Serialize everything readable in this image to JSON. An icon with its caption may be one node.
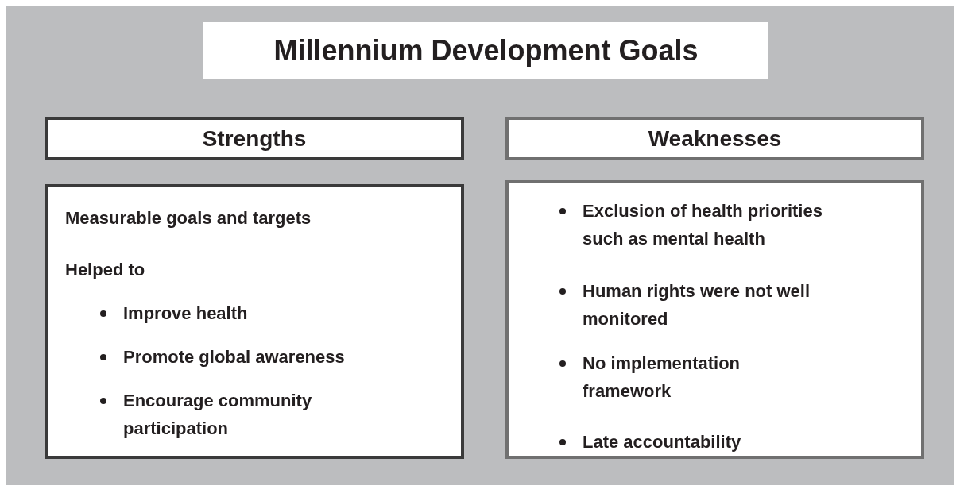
{
  "diagram": {
    "title": "Millennium Development Goals",
    "nodes": [
      {
        "text": [
          "Strengths"
        ]
      },
      {
        "text": [
          "Weaknesses"
        ]
      },
      {
        "text": [
          "Measurable goals and targets",
          "Helped to",
          "Improve health",
          "Promote global awareness",
          "Encourage community participation"
        ]
      },
      {
        "text": [
          "Exclusion of health priorities such as mental health",
          "Human rights were not well monitored",
          "No implementation framework",
          "Late accountability"
        ]
      }
    ]
  }
}
